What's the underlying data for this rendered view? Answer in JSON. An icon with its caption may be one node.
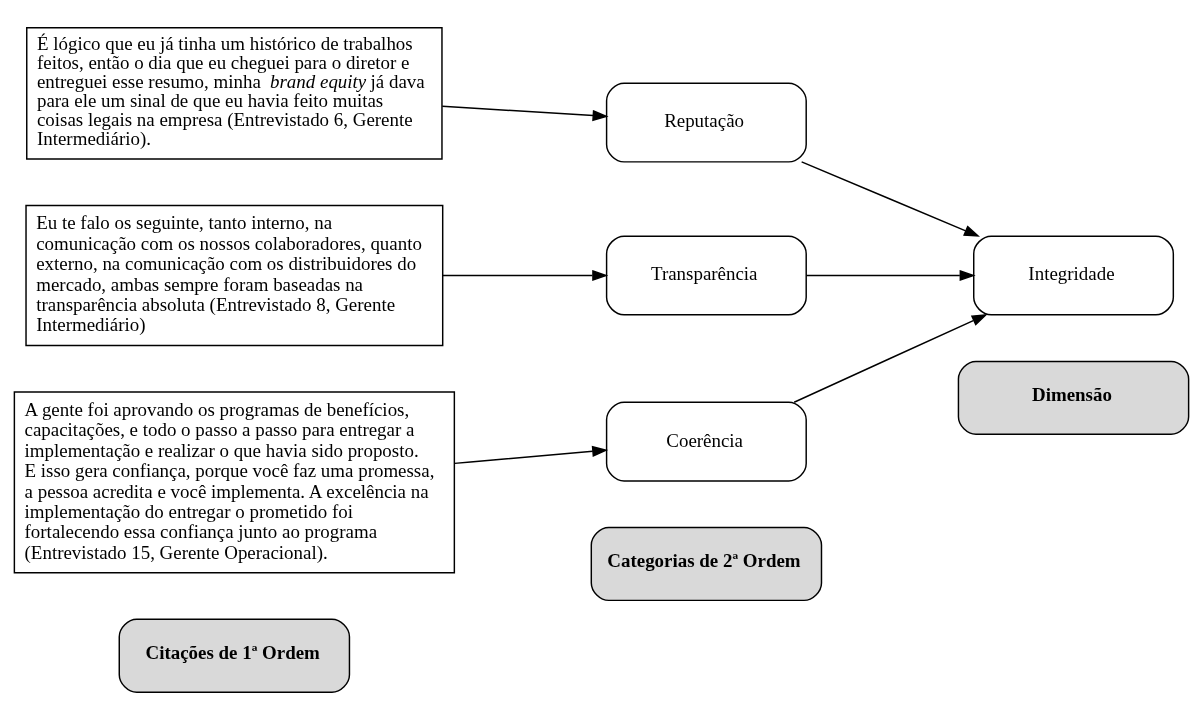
{
  "diagram": {
    "nodes": [
      {
        "text": [
          "Citações de 1ª Ordem"
        ]
      },
      {
        "text": [
          "Categorias de 2ª Ordem"
        ]
      },
      {
        "text": [
          "Dimensão"
        ]
      },
      {
        "text": [
          "É lógico que eu já tinha um histórico de trabalhos feitos, então o dia que eu cheguei para o diretor e entreguei esse resumo, minha *brand equity* já dava para ele um sinal de que eu havia feito muitas coisas legais na empresa (Entrevistado 6, Gerente Intermediário)."
        ]
      },
      {
        "text": [
          "Eu te falo os seguinte, tanto interno, na comunicação com os nossos colaboradores, quanto externo, na comunicação com os distribuidores do mercado, ambas sempre foram baseadas na transparência absoluta (Entrevistado 8, Gerente Intermediário)"
        ]
      },
      {
        "text": [
          "A gente foi aprovando os programas de benefícios, capacitações, e todo o passo a passo para entregar a implementação e realizar o que havia sido proposto. E isso gera confiança, porque você faz uma promessa, a pessoa acredita e você implementa. A excelência na implementação do entregar o prometido foi fortalecendo essa confiança junto ao programa (Entrevistado 15, Gerente Operacional)."
        ]
      },
      {
        "text": [
          "Reputação"
        ]
      },
      {
        "text": [
          "Transparência"
        ]
      },
      {
        "text": [
          "Coerência"
        ]
      },
      {
        "text": [
          "Integridade"
        ]
      }
    ],
    "edges": [
      {
        "from": 3,
        "to": 6,
        "arrow": "to"
      },
      {
        "from": 4,
        "to": 7,
        "arrow": "to"
      },
      {
        "from": 5,
        "to": 8,
        "arrow": "to"
      },
      {
        "from": 6,
        "to": 9,
        "arrow": "to"
      },
      {
        "from": 7,
        "to": 9,
        "arrow": "to"
      },
      {
        "from": 8,
        "to": 9,
        "arrow": "to"
      }
    ]
  }
}
